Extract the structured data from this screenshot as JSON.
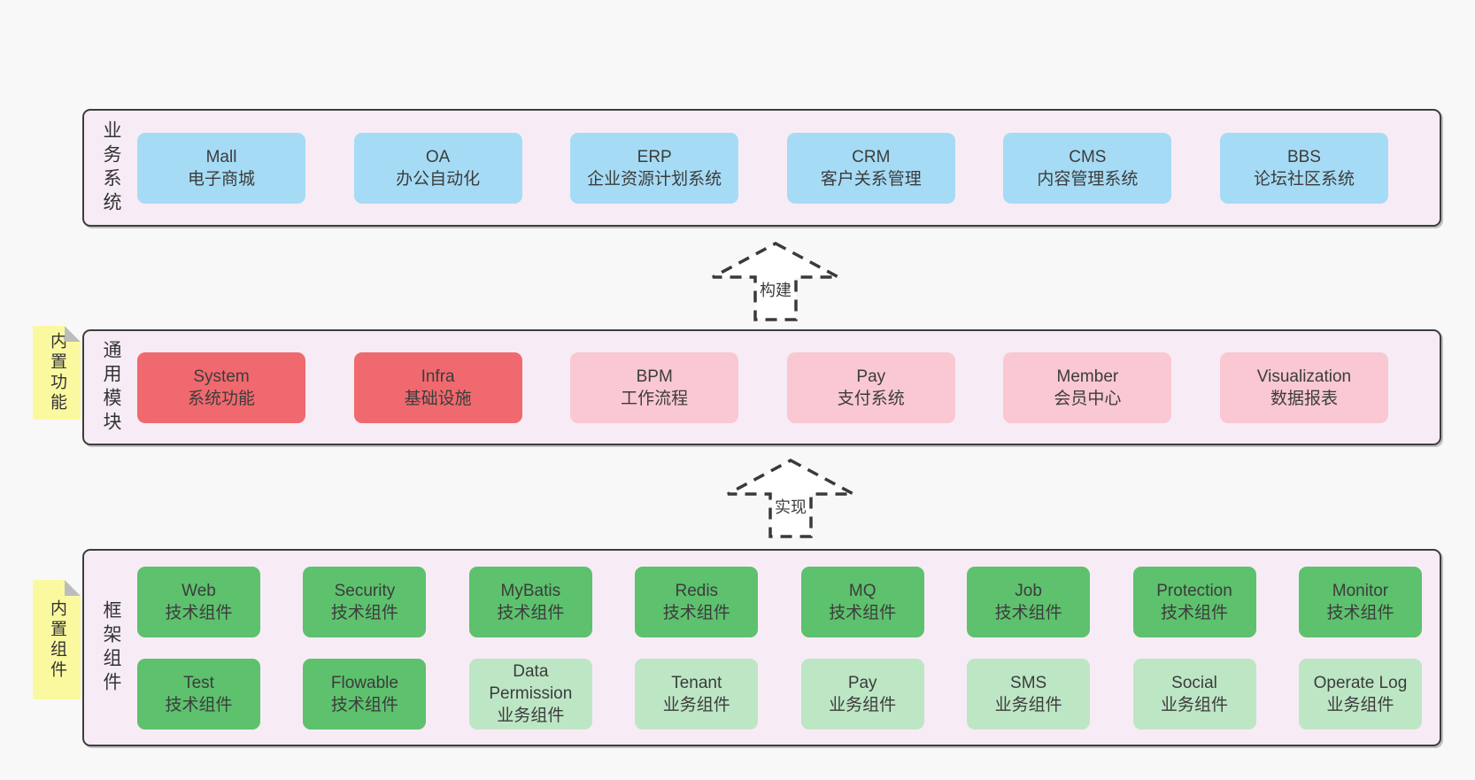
{
  "colors": {
    "page_bg": "#f8f8f8",
    "container_bg": "#f7ecf5",
    "container_border": "#3d3d3d",
    "note_bg": "#fbf9a0",
    "note_fold": "#bcbcbc",
    "text": "#3c3c3c",
    "blue": "#a6dbf5",
    "red": "#f0696e",
    "pink": "#f9c8d2",
    "green": "#5dc16d",
    "green_light": "#bde6c5",
    "arrow_stroke": "#3a3a3a",
    "arrow_fill": "#ffffff"
  },
  "layers": [
    {
      "id": "business",
      "label": "业务系统",
      "note": null,
      "rows": [
        [
          {
            "name": "Mall",
            "subtitle": "电子商城",
            "variant": "blue"
          },
          {
            "name": "OA",
            "subtitle": "办公自动化",
            "variant": "blue"
          },
          {
            "name": "ERP",
            "subtitle": "企业资源计划系统",
            "variant": "blue"
          },
          {
            "name": "CRM",
            "subtitle": "客户关系管理",
            "variant": "blue"
          },
          {
            "name": "CMS",
            "subtitle": "内容管理系统",
            "variant": "blue"
          },
          {
            "name": "BBS",
            "subtitle": "论坛社区系统",
            "variant": "blue"
          }
        ]
      ]
    },
    {
      "id": "modules",
      "label": "通用模块",
      "note": "内置功能",
      "rows": [
        [
          {
            "name": "System",
            "subtitle": "系统功能",
            "variant": "red"
          },
          {
            "name": "Infra",
            "subtitle": "基础设施",
            "variant": "red"
          },
          {
            "name": "BPM",
            "subtitle": "工作流程",
            "variant": "pink"
          },
          {
            "name": "Pay",
            "subtitle": "支付系统",
            "variant": "pink"
          },
          {
            "name": "Member",
            "subtitle": "会员中心",
            "variant": "pink"
          },
          {
            "name": "Visualization",
            "subtitle": "数据报表",
            "variant": "pink"
          }
        ]
      ]
    },
    {
      "id": "components",
      "label": "框架组件",
      "note": "内置组件",
      "rows": [
        [
          {
            "name": "Web",
            "subtitle": "技术组件",
            "variant": "green"
          },
          {
            "name": "Security",
            "subtitle": "技术组件",
            "variant": "green"
          },
          {
            "name": "MyBatis",
            "subtitle": "技术组件",
            "variant": "green"
          },
          {
            "name": "Redis",
            "subtitle": "技术组件",
            "variant": "green"
          },
          {
            "name": "MQ",
            "subtitle": "技术组件",
            "variant": "green"
          },
          {
            "name": "Job",
            "subtitle": "技术组件",
            "variant": "green"
          },
          {
            "name": "Protection",
            "subtitle": "技术组件",
            "variant": "green"
          },
          {
            "name": "Monitor",
            "subtitle": "技术组件",
            "variant": "green"
          }
        ],
        [
          {
            "name": "Test",
            "subtitle": "技术组件",
            "variant": "green"
          },
          {
            "name": "Flowable",
            "subtitle": "技术组件",
            "variant": "green"
          },
          {
            "name": "Data Permission",
            "subtitle": "业务组件",
            "variant": "green_light"
          },
          {
            "name": "Tenant",
            "subtitle": "业务组件",
            "variant": "green_light"
          },
          {
            "name": "Pay",
            "subtitle": "业务组件",
            "variant": "green_light"
          },
          {
            "name": "SMS",
            "subtitle": "业务组件",
            "variant": "green_light"
          },
          {
            "name": "Social",
            "subtitle": "业务组件",
            "variant": "green_light"
          },
          {
            "name": "Operate Log",
            "subtitle": "业务组件",
            "variant": "green_light"
          }
        ]
      ]
    }
  ],
  "arrows": [
    {
      "label": "构建"
    },
    {
      "label": "实现"
    }
  ]
}
